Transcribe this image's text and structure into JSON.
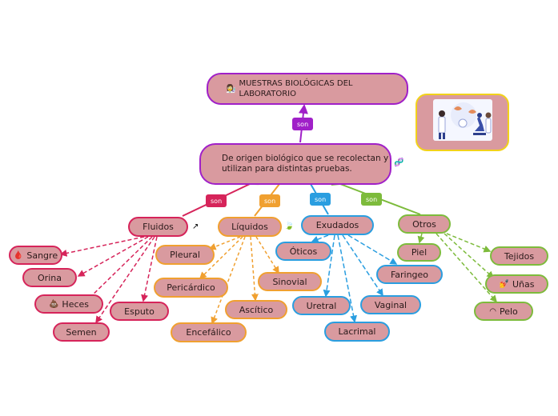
{
  "root": {
    "title": "MUESTRAS BIOLÓGICAS DEL LABORATORIO",
    "icon": "scientist-icon"
  },
  "definition": {
    "text": "De origen biológico que se recolectan y utilizan para distintas pruebas.",
    "icon": "dna-icon"
  },
  "connector_label": "son",
  "colors": {
    "node_fill": "#d99a9f",
    "purple": "#a020c8",
    "red": "#d6245a",
    "orange": "#f0a030",
    "blue": "#2a9ee0",
    "green": "#7dbb3c",
    "image_border": "#f2d21a"
  },
  "categories": [
    {
      "label": "Fluidos",
      "link_label": "son",
      "icon": "external-link-icon",
      "children": [
        {
          "label": "Sangre",
          "icon": "blood-drop-icon"
        },
        {
          "label": "Orina"
        },
        {
          "label": "Heces",
          "icon": "poop-icon"
        },
        {
          "label": "Esputo"
        },
        {
          "label": "Semen"
        }
      ]
    },
    {
      "label": "Líquidos",
      "link_label": "son",
      "icon": "leaf-icon",
      "children": [
        {
          "label": "Pleural"
        },
        {
          "label": "Pericárdico"
        },
        {
          "label": "Encefálico"
        },
        {
          "label": "Ascítico"
        },
        {
          "label": "Sinovial"
        }
      ]
    },
    {
      "label": "Exudados",
      "link_label": "son",
      "children": [
        {
          "label": "Óticos"
        },
        {
          "label": "Uretral"
        },
        {
          "label": "Lacrimal"
        },
        {
          "label": "Vaginal"
        },
        {
          "label": "Faringeo"
        }
      ]
    },
    {
      "label": "Otros",
      "link_label": "son",
      "children": [
        {
          "label": "Piel"
        },
        {
          "label": "Tejidos"
        },
        {
          "label": "Uñas",
          "icon": "nail-polish-icon"
        },
        {
          "label": "Pelo",
          "icon": "hair-icon"
        }
      ]
    }
  ],
  "illustration": {
    "icon": "lab-scientists-microscope-icon"
  }
}
